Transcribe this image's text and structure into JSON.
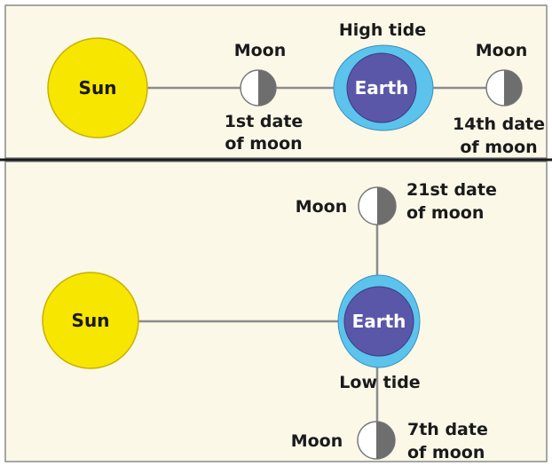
{
  "colors": {
    "panel_bg": "#fbf8e8",
    "panel_border": "#8a8a8a",
    "divider": "#1a1a1a",
    "sun": "#f7e600",
    "sun_stroke": "#c8b000",
    "earth": "#5b57a8",
    "tide_bulge": "#5bc3ec",
    "moon_light": "#ffffff",
    "moon_dark": "#6e6e6e",
    "line": "#8c8c8c"
  },
  "top_panel": {
    "sun_label": "Sun",
    "earth_label": "Earth",
    "tide_label": "High tide",
    "moon_left": {
      "label": "Moon",
      "caption_line1": "1st date",
      "caption_line2": "of moon"
    },
    "moon_right": {
      "label": "Moon",
      "caption_line1": "14th date",
      "caption_line2": "of moon"
    }
  },
  "bottom_panel": {
    "sun_label": "Sun",
    "earth_label": "Earth",
    "tide_label": "Low tide",
    "moon_top": {
      "label": "Moon",
      "caption_line1": "21st date",
      "caption_line2": "of moon"
    },
    "moon_bottom": {
      "label": "Moon",
      "caption_line1": "7th date",
      "caption_line2": "of moon"
    }
  }
}
